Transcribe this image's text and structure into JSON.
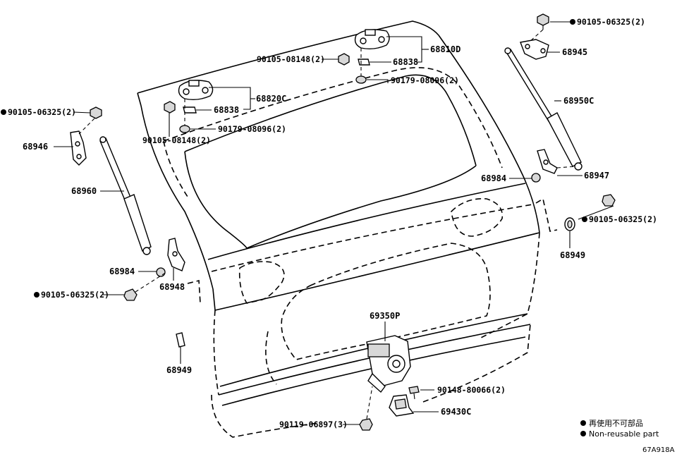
{
  "labels": {
    "p_68810D": "68810D",
    "p_68838_top": "68838",
    "p_90105_08148_top": "90105-08148(2)",
    "p_90179_08096_top": "90179-08096(2)",
    "p_68820C": "68820C",
    "p_68838_left": "68838",
    "p_90179_08096_left": "90179-08096(2)",
    "p_90105_08148_left": "90105-08148(2)",
    "p_90105_06325_tr": "90105-06325(2)",
    "p_68945": "68945",
    "p_68950C": "68950C",
    "p_68947": "68947",
    "p_68984_right": "68984",
    "p_90105_06325_r": "90105-06325(2)",
    "p_68949_right": "68949",
    "p_90105_06325_tl": "90105-06325(2)",
    "p_68946": "68946",
    "p_68960": "68960",
    "p_68984_left": "68984",
    "p_68948": "68948",
    "p_90105_06325_l": "90105-06325(2)",
    "p_68949_left": "68949",
    "p_69350P": "69350P",
    "p_90148_80066": "90148-80066(2)",
    "p_69430C": "69430C",
    "p_90119_06897": "90119-06897(3)"
  },
  "legend": {
    "line1": "再使用不可部品",
    "line2": "Non-reusable part"
  },
  "reference_code": "67A918A"
}
